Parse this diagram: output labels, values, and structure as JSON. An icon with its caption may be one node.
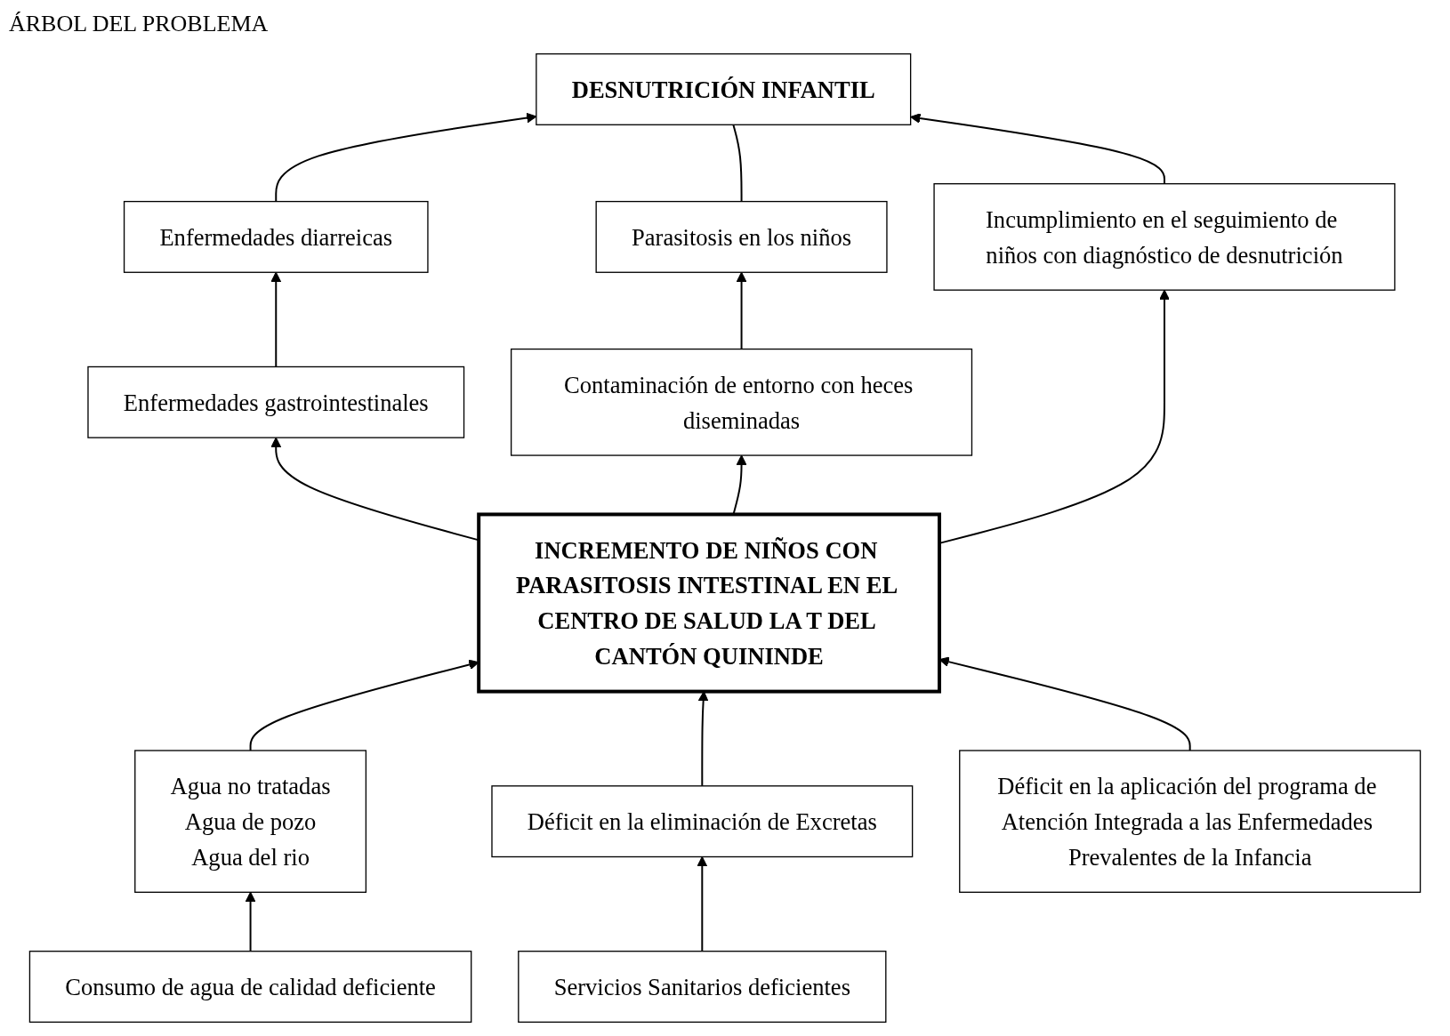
{
  "diagram": {
    "title": "ÁRBOL DEL PROBLEMA",
    "nodes": [
      {
        "text": [
          "DESNUTRICIÓN INFANTIL"
        ]
      },
      {
        "text": [
          "Enfermedades diarreicas"
        ]
      },
      {
        "text": [
          "Parasitosis en los niños"
        ]
      },
      {
        "text": [
          "Incumplimiento en el seguimiento de niños con diagnóstico de desnutrición"
        ]
      },
      {
        "text": [
          "Enfermedades gastrointestinales"
        ]
      },
      {
        "text": [
          "Contaminación de entorno con heces diseminadas"
        ]
      },
      {
        "text": [
          "INCREMENTO DE NIÑOS CON PARASITOSIS INTESTINAL EN EL CENTRO DE SALUD LA T DEL CANTÓN QUININDE"
        ]
      },
      {
        "text": [
          "Agua no tratadas",
          "Agua de pozo",
          "Agua del rio"
        ]
      },
      {
        "text": [
          "Déficit en la eliminación de Excretas"
        ]
      },
      {
        "text": [
          "Déficit en la aplicación del programa de Atención Integrada a las Enfermedades Prevalentes de la Infancia"
        ]
      },
      {
        "text": [
          "Consumo de agua de calidad deficiente"
        ]
      },
      {
        "text": [
          "Servicios Sanitarios deficientes"
        ]
      }
    ],
    "edges": [
      {
        "from": 1,
        "to": 0,
        "arrow": "to"
      },
      {
        "from": 2,
        "to": 0,
        "arrow": "none"
      },
      {
        "from": 3,
        "to": 0,
        "arrow": "to"
      },
      {
        "from": 4,
        "to": 1,
        "arrow": "to"
      },
      {
        "from": 5,
        "to": 2,
        "arrow": "to"
      },
      {
        "from": 6,
        "to": 4,
        "arrow": "to"
      },
      {
        "from": 6,
        "to": 5,
        "arrow": "to"
      },
      {
        "from": 6,
        "to": 3,
        "arrow": "to"
      },
      {
        "from": 7,
        "to": 6,
        "arrow": "to"
      },
      {
        "from": 8,
        "to": 6,
        "arrow": "to"
      },
      {
        "from": 9,
        "to": 6,
        "arrow": "to"
      },
      {
        "from": 10,
        "to": 7,
        "arrow": "to"
      },
      {
        "from": 11,
        "to": 8,
        "arrow": "to"
      }
    ]
  }
}
